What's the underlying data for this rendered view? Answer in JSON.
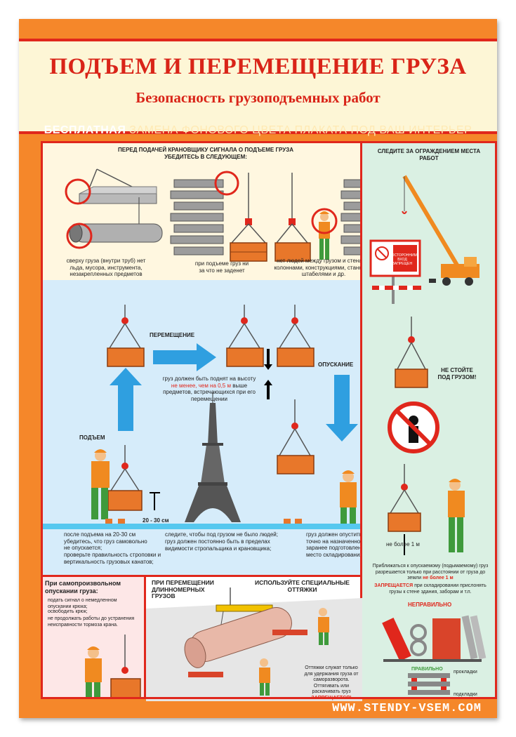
{
  "header": {
    "title": "ПОДЪЕМ И ПЕРЕМЕЩЕНИЕ ГРУЗА",
    "subtitle": "Безопасность грузоподъемных работ",
    "banner_bold": "БЕСПЛАТНАЯ",
    "banner_rest": "ЗАМЕНА ФОНОВОГО ЦВЕТА ПЛАКАТА ПОД ВАШ ИНТЕРЬЕР"
  },
  "top_section": {
    "heading": "ПЕРЕД ПОДАЧЕЙ КРАНОВЩИКУ СИГНАЛА О ПОДЪЕМЕ ГРУЗА УБЕДИТЕСЬ В СЛЕДУЮЩЕМ:",
    "caption_1": "сверху груза (внутри труб) нет льда, мусора, инструмента, незакрепленных предметов",
    "caption_2": "при подъеме груз ни за что не заденет",
    "caption_3": "нет людей между грузом и стенами, колоннами, конструкциями, станками, штабелями и др."
  },
  "middle_section": {
    "label_move": "ПЕРЕМЕЩЕНИЕ",
    "label_lower": "ОПУСКАНИЕ",
    "label_lift": "ПОДЪЕМ",
    "height_note_1": "груз должен быть поднят на высоту",
    "height_note_red": "не менее, чем на 0,5 м",
    "height_note_2": "выше предметов, встречающихся при его перемещении",
    "dimension": "20 - 30 см",
    "bullet_left": "после подъема на 20-30 см убедитесь, что груз самовольно не опускается;",
    "bullet_left_2": "проверьте правильность строповки и вертикальность грузовых канатов;",
    "bullet_center_1": "следите, чтобы под грузом не было людей;",
    "bullet_center_2": "груз должен постоянно быть в пределах видимости стропальщика и крановщика;",
    "bullet_right": "груз должен опуститься точно на назначенное, заранее подготовленное место складирования"
  },
  "right_column": {
    "fence_heading": "СЛЕДИТЕ ЗА ОГРАЖДЕНИЕМ МЕСТА РАБОТ",
    "sign_text": "ПОСТОРОННИМ ВХОД ЗАПРЕЩЕН",
    "dont_stand": "НЕ СТОЙТЕ ПОД ГРУЗОМ!",
    "limit": "не более 1 м",
    "approach_note_1": "Приближаться к опускаемому (подымаемому) груз разрешается только при расстоянии от груза до земли",
    "approach_note_red": "не более 1 м",
    "storage_red": "ЗАПРЕЩАЕТСЯ",
    "storage_note": "при складировании прислонять грузы к стене здания, заборам и т.п.",
    "wrong": "НЕПРАВИЛЬНО",
    "right": "ПРАВИЛЬНО",
    "pads_top": "прокладки",
    "pads_bottom": "подкладки"
  },
  "bottom_left": {
    "heading": "При самопроизвольном опускании груза:",
    "item_1": "подать сигнал о немедленном опускании крюка;",
    "item_2": "освободить крюк;",
    "item_3": "не продолжать работы до устранения неисправности тормоза крана."
  },
  "bottom_middle": {
    "heading_left": "ПРИ ПЕРЕМЕЩЕНИИ ДЛИННОМЕРНЫХ ГРУЗОВ",
    "heading_right": "ИСПОЛЬЗУЙТЕ СПЕЦИАЛЬНЫЕ ОТТЯЖКИ",
    "note": "Оттяжки служат только для удержания груза от саморазворота. Оттягивать или раскачивать груз",
    "note_red": "ЗАПРЕЩАЕТСЯ!"
  },
  "footer": {
    "website": "WWW.STENDY-VSEM.COM"
  },
  "colors": {
    "poster_orange": "#f5872a",
    "accent_red": "#e0271c",
    "arrow_blue": "#2f9fe0",
    "cargo_orange": "#e8772a",
    "worker_green": "#3f9a3c"
  }
}
